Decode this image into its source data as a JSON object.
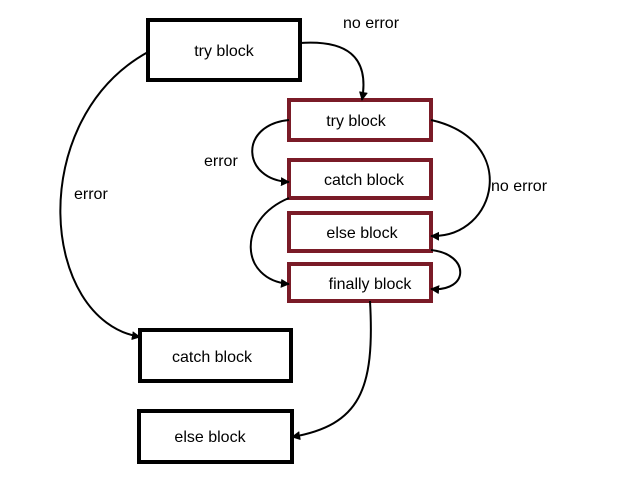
{
  "colors": {
    "outer_box_stroke": "#000000",
    "inner_box_stroke": "#7a1b27",
    "edge_stroke": "#000000",
    "background": "#ffffff"
  },
  "boxes": {
    "outer_try": "try block",
    "inner_try": "try block",
    "inner_catch": "catch block",
    "inner_else": "else block",
    "inner_finally": "finally block",
    "outer_catch": "catch block",
    "outer_else": "else block"
  },
  "edge_labels": {
    "no_error_top": "no error",
    "error_inner": "error",
    "error_outer": "error",
    "no_error_inner": "no error"
  }
}
